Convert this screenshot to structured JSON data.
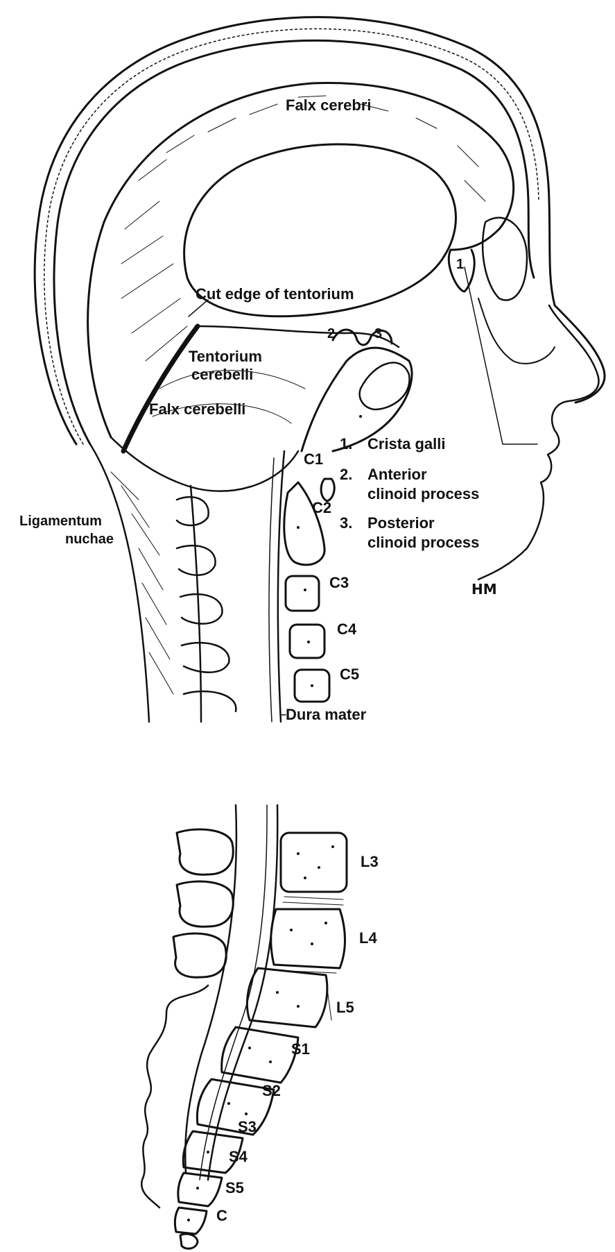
{
  "labels": {
    "falx_cerebri": "Falx cerebri",
    "cut_edge": "Cut edge of tentorium",
    "tentorium_1": "Tentorium",
    "tentorium_2": "cerebelli",
    "falx_cerebelli": "Falx cerebelli",
    "ligamentum_1": "Ligamentum",
    "ligamentum_2": "nuchae",
    "dura_mater": "Dura mater",
    "signature": "HM"
  },
  "legend": [
    {
      "num": "1.",
      "line1": "Crista galli",
      "line2": ""
    },
    {
      "num": "2.",
      "line1": "Anterior",
      "line2": "clinoid process"
    },
    {
      "num": "3.",
      "line1": "Posterior",
      "line2": "clinoid process"
    }
  ],
  "markers": {
    "one": "1",
    "two": "2",
    "three": "3"
  },
  "cervical": [
    "C1",
    "C2",
    "C3",
    "C4",
    "C5"
  ],
  "lumbosacral": [
    "L3",
    "L4",
    "L5",
    "S1",
    "S2",
    "S3",
    "S4",
    "S5",
    "C"
  ]
}
